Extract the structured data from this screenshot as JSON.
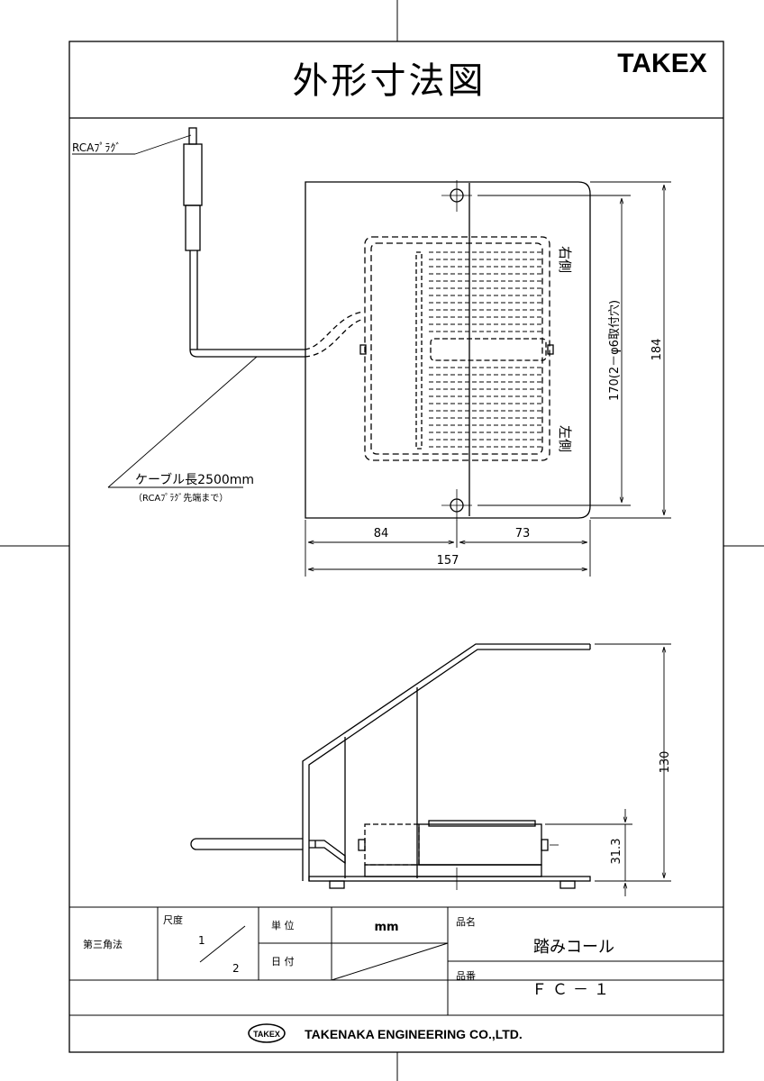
{
  "header": {
    "title": "外形寸法図",
    "brand": "TAKEX"
  },
  "top_view": {
    "plug_label": "RCAﾌﾟﾗｸﾞ",
    "cable_label": "ケーブル長2500mm",
    "cable_note": "（RCAﾌﾟﾗｸﾞ先端まで）",
    "right_side": "右側",
    "left_side": "左側",
    "hole_dim": "170(2－φ6取付穴)",
    "height_dim": "184",
    "left_width": "84",
    "right_width": "73",
    "total_width": "157"
  },
  "side_view": {
    "height_dim": "130",
    "pedal_dim": "31.3"
  },
  "title_block": {
    "projection": "第三角法",
    "scale_label": "尺度",
    "scale_num": "1",
    "scale_den": "2",
    "unit_label": "単 位",
    "unit_value": "mm",
    "date_label": "日 付",
    "product_name_label": "品名",
    "product_name": "踏みコール",
    "product_no_label": "品番",
    "product_no": "ＦＣ－１",
    "company_logo": "TAKEX",
    "company": "TAKENAKA ENGINEERING CO.,LTD."
  }
}
